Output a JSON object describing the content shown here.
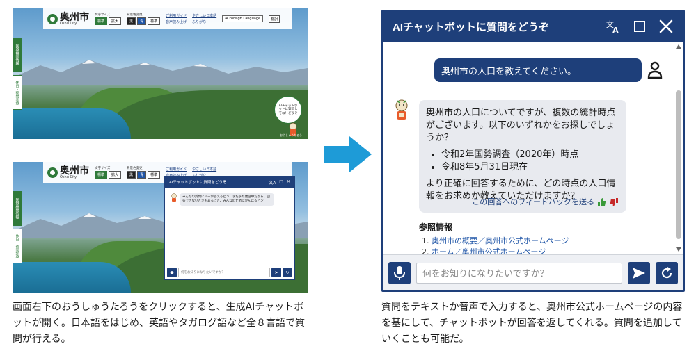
{
  "site": {
    "logo_jp": "奥州市",
    "logo_en": "Oshu City",
    "font_size_caption": "文字サイズ",
    "font_standard": "標準",
    "font_large": "拡大",
    "bg_caption": "背景色変更",
    "bg_black": "黒",
    "bg_blue": "青",
    "bg_standard": "標準",
    "link_guide": "ご利用ガイド",
    "link_easy_jp": "やさしい日本語",
    "link_voice": "音声読み上げ",
    "link_furigana": "ふりがな",
    "foreign_language": "Foreign Language",
    "translate": "翻訳",
    "side_tab_1": "医療機関情報",
    "side_tab_2": "休日・夜間診療",
    "mascot_bubble": "AIチャットボットに質問してね！どうぞ",
    "mascot_caption": "おうしゅうたろう"
  },
  "mini_chat": {
    "title": "AIチャットボットに質問をどうぞ",
    "greeting": "みんなの質問にミーが答えるピン！まだまだ勉強中だから、回答できないときもあるけど、みんなのためにがんばるピン！",
    "placeholder": "何をお知りになりたいですか？"
  },
  "chat": {
    "title": "AIチャットボットに質問をどうぞ",
    "user_message": "奥州市の人口を教えてください。",
    "bot_intro": "奥州市の人口についてですが、複数の統計時点がございます。以下のいずれかをお探しでしょうか？",
    "bot_options": [
      "令和2年国勢調査（2020年）時点",
      "令和8年5月31日現在"
    ],
    "bot_followup": "より正確に回答するために、どの時点の人口情報をお求めか教えていただけますか？",
    "feedback_label": "この回答へのフィードバックを送る",
    "refs_title": "参照情報",
    "refs": [
      "奥州市の概要／奥州市公式ホームページ",
      "ホーム／奥州市公式ホームページ"
    ],
    "input_placeholder": "何をお知りになりたいですか？"
  },
  "captions": {
    "left": "画面右下のおうしゅうたろうをクリックすると、生成AIチャットボットが開く。日本語をはじめ、英語やタガログ語など全８言語で質問が行える。",
    "right": "質問をテキストか音声で入力すると、奥州市公式ホームページの内容を基にして、チャットボットが回答を返してくれる。質問を追加していくことも可能だ。"
  },
  "colors": {
    "brand_navy": "#1e3f7a",
    "brand_green": "#2f7a3a",
    "arrow_blue": "#1e9bd7",
    "like_green": "#3a9a3a",
    "dislike_red": "#c62828"
  },
  "icons": [
    "translate-icon",
    "maximize-icon",
    "close-icon",
    "user-icon",
    "mascot-icon",
    "thumbs-up-icon",
    "thumbs-down-icon",
    "microphone-icon",
    "send-icon",
    "reload-icon"
  ]
}
